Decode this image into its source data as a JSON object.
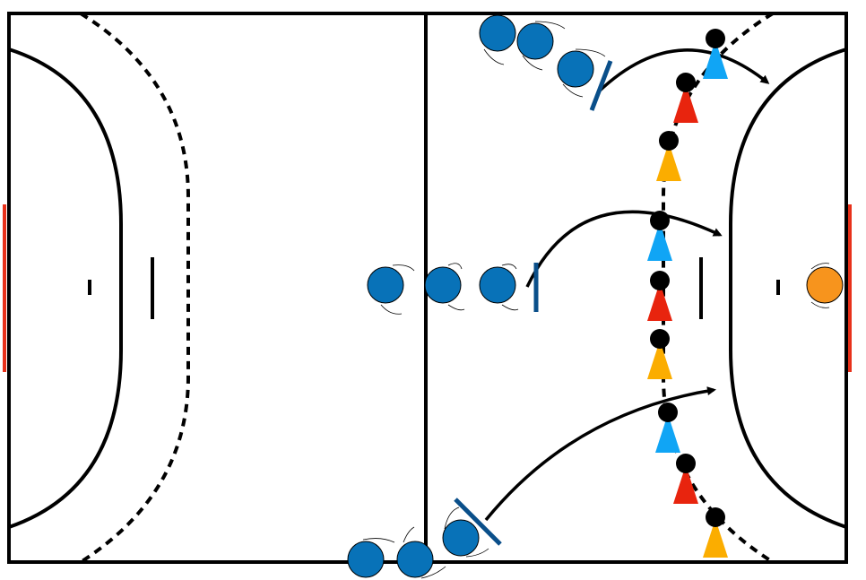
{
  "diagram": {
    "type": "handball-court-drill",
    "colors": {
      "court_line": "#000000",
      "goal": "#e8311a",
      "attacker": "#0872b8",
      "screen": "#0a4f8a",
      "goalkeeper": "#f7941d",
      "defender_blue": "#10a5f5",
      "defender_red": "#e8240e",
      "defender_yellow": "#fbad00"
    },
    "attacker_count": 9,
    "defender_count": 9,
    "defender_colors": [
      "blue",
      "red",
      "yellow",
      "blue",
      "red",
      "yellow",
      "blue",
      "red",
      "yellow"
    ]
  }
}
